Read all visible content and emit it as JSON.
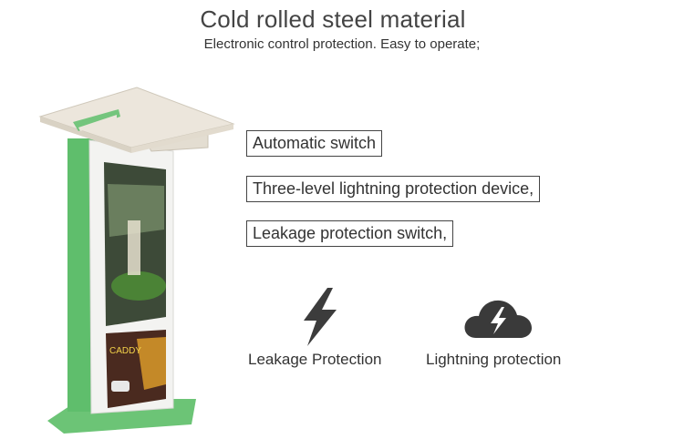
{
  "header": {
    "title": "Cold rolled steel material",
    "subtitle": "Electronic control protection. Easy to operate;"
  },
  "features": [
    {
      "label": "Automatic switch"
    },
    {
      "label": "Three-level lightning protection device,"
    },
    {
      "label": "Leakage protection switch,"
    }
  ],
  "protections": [
    {
      "icon": "lightning-bolt-icon",
      "label": "Leakage Protection"
    },
    {
      "icon": "cloud-lightning-icon",
      "label": "Lightning protection"
    }
  ],
  "kiosk": {
    "top_ad_text": "",
    "bottom_ad_brand": "CADDY",
    "colors": {
      "frame": "#5fbe6c",
      "canopy": "#ece6dc",
      "screen_dark": "#3a3a3a"
    }
  }
}
